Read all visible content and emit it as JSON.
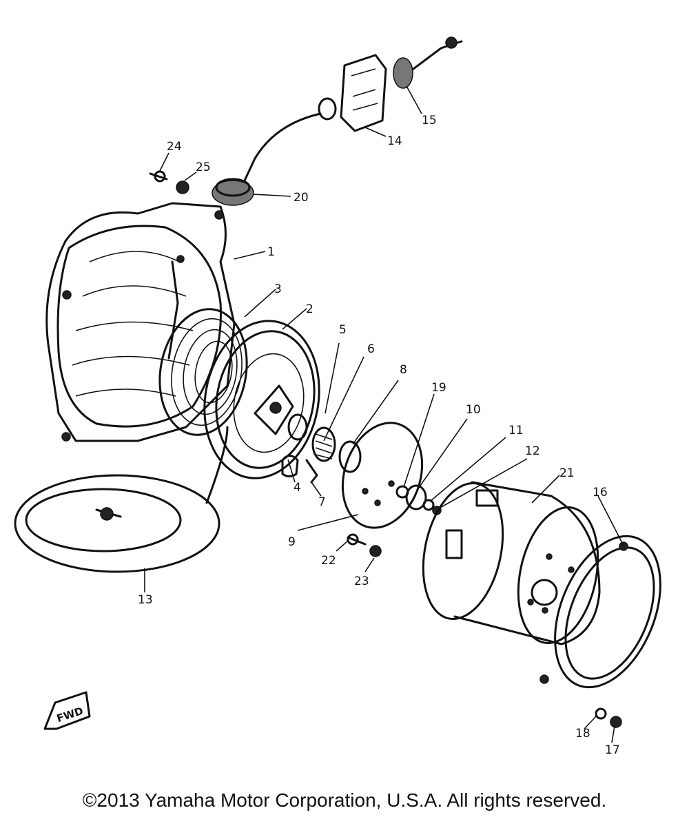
{
  "callouts": [
    "1",
    "2",
    "3",
    "4",
    "5",
    "6",
    "7",
    "8",
    "9",
    "10",
    "11",
    "12",
    "13",
    "14",
    "15",
    "16",
    "17",
    "18",
    "19",
    "20",
    "21",
    "22",
    "23",
    "24",
    "25"
  ],
  "fwd_label": "FWD",
  "copyright": "©2013 Yamaha Motor Corporation, U.S.A. All rights reserved."
}
